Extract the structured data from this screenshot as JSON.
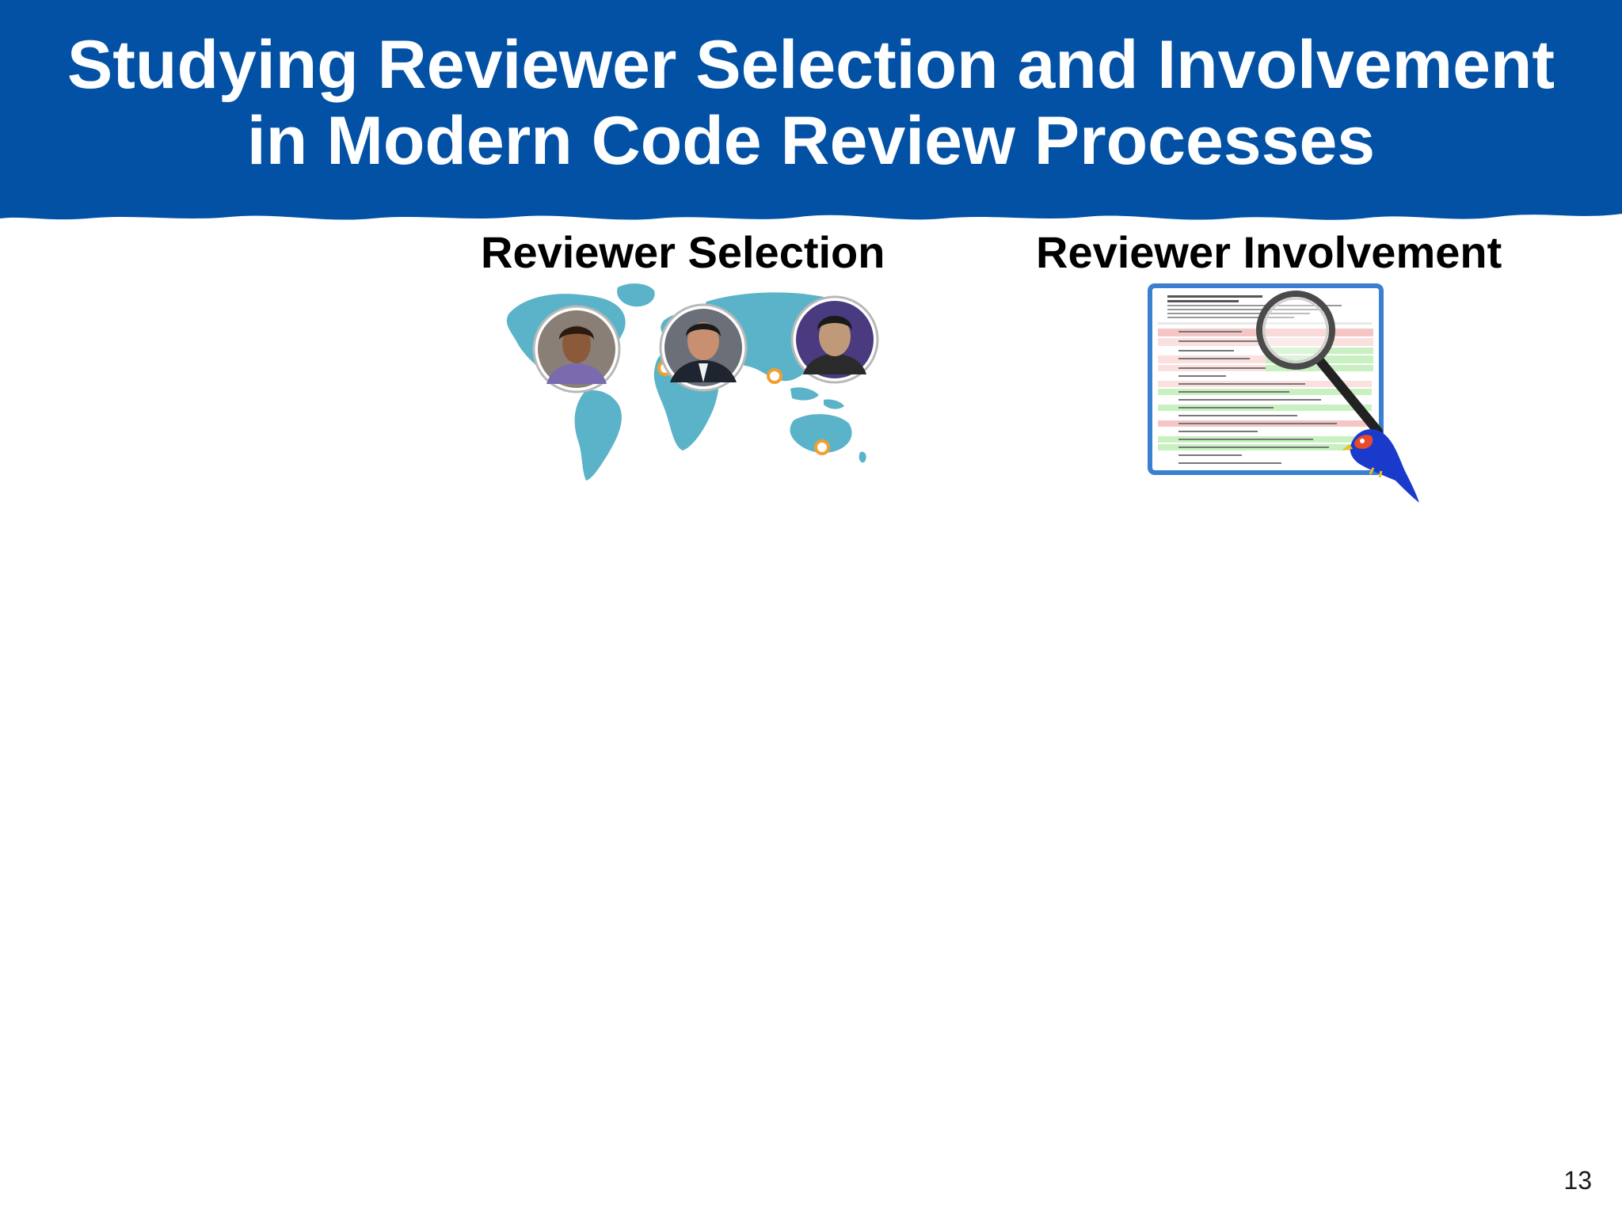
{
  "slide": {
    "title_line1": "Studying Reviewer Selection and Involvement",
    "title_line2": "in Modern Code Review Processes",
    "page_number": "13"
  },
  "sections": {
    "selection": {
      "heading": "Reviewer Selection",
      "image": "world-map-with-reviewer-photos"
    },
    "involvement": {
      "heading": "Reviewer Involvement",
      "image": "code-diff-with-magnifying-glass-and-bird"
    }
  },
  "colors": {
    "banner": "#0351a5",
    "title_text": "#ffffff",
    "map_land": "#5ab3c8",
    "map_marker": "#f0a030",
    "diff_removed": "#f5c6c6",
    "diff_added": "#c8f0c0",
    "frame": "#3a7fd0"
  }
}
